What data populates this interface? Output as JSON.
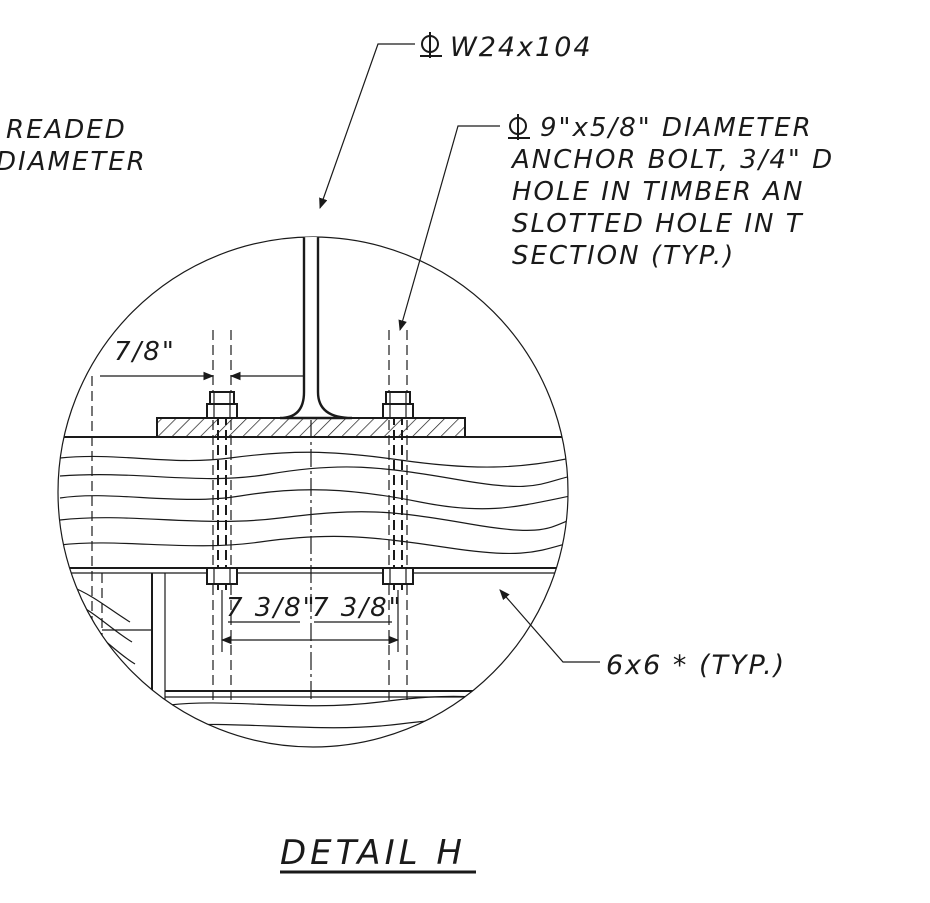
{
  "drawing": {
    "title": "DETAIL H",
    "notes": {
      "beam": "W24x104",
      "bolt_lines": [
        "9\"x5/8\" DIAMETER",
        "ANCHOR BOLT, 3/4\" D",
        "HOLE IN TIMBER AN",
        "SLOTTED HOLE IN T",
        "SECTION (TYP.)"
      ],
      "left_lines": [
        "READED",
        "DIAMETER"
      ],
      "timber": "6x6 * (TYP.)"
    },
    "dimensions": {
      "edge": "7/8\"",
      "left_spacing": "7 3/8\"",
      "right_spacing": "7 3/8\""
    },
    "symbols": {
      "centerline": "centerline-symbol"
    }
  }
}
